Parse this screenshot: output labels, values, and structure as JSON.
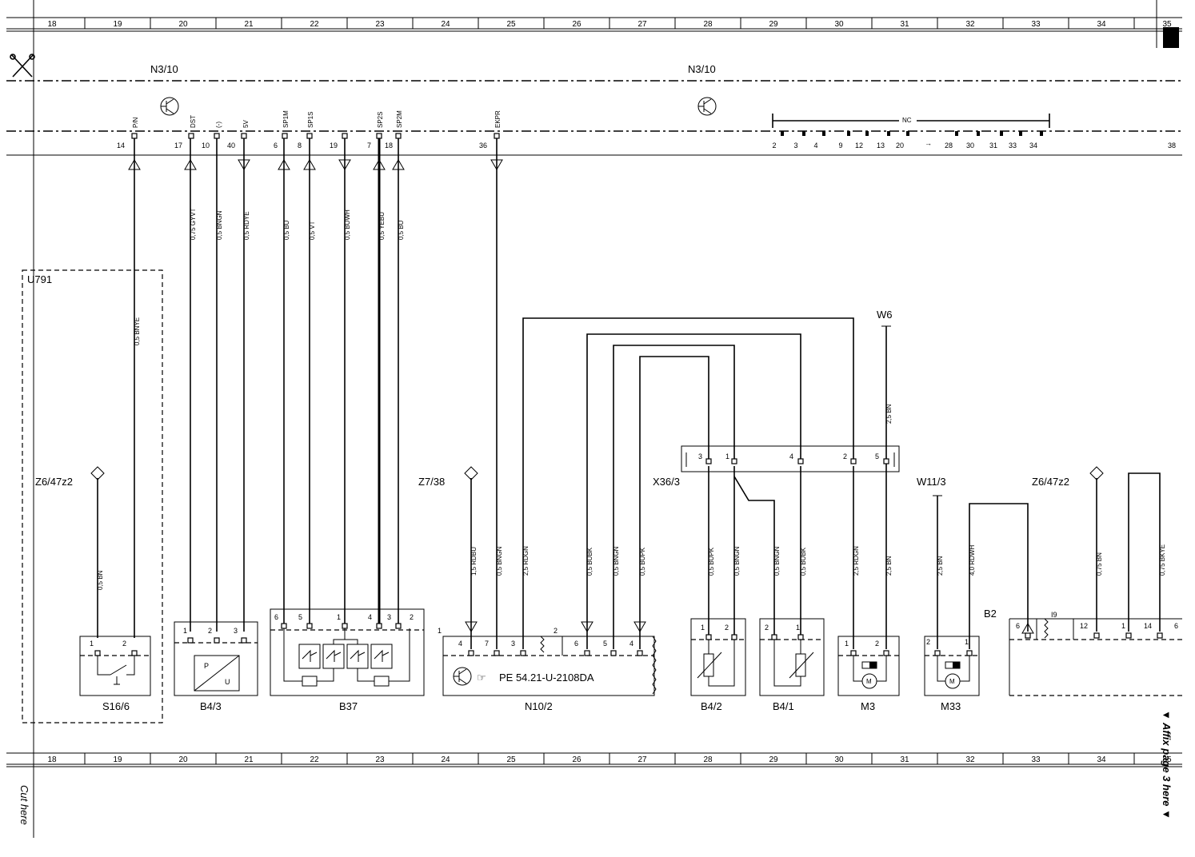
{
  "grid": {
    "columns": [
      "18",
      "19",
      "20",
      "21",
      "22",
      "23",
      "24",
      "25",
      "26",
      "27",
      "28",
      "29",
      "30",
      "31",
      "32",
      "33",
      "34",
      "35"
    ]
  },
  "control_unit": {
    "name": "N3/10",
    "pins": [
      {
        "label": "P/N",
        "num": "14"
      },
      {
        "label": "DST",
        "num": "17"
      },
      {
        "label": "(-)",
        "num": "10"
      },
      {
        "label": "5V",
        "num": "40"
      },
      {
        "label": "SP1M",
        "num": "6"
      },
      {
        "label": "SP1S",
        "num": "8"
      },
      {
        "label": "",
        "num": "19"
      },
      {
        "label": "SP2S",
        "num": "7"
      },
      {
        "label": "SP2M",
        "num": "18"
      },
      {
        "label": "EKPR",
        "num": "36"
      }
    ],
    "nc_label": "NC",
    "nc_pins": [
      "2",
      "3",
      "4",
      "9",
      "12",
      "13",
      "20",
      "28",
      "30",
      "31",
      "33",
      "34"
    ],
    "far_pin": "38"
  },
  "wires_top": [
    "0,75 GYVT",
    "0,5 BNGN",
    "0,5 RDYE",
    "0,5 BU",
    "0,5 VT",
    "0,5 BUWH",
    "0,5 YEBU",
    "0,5 BU"
  ],
  "wire_bnye": "0,5 BNYE",
  "wire_bn_s16": "0,5 BN",
  "wire_bn_w6": "2,5 BN",
  "wires_bottom": [
    "1,5 RDBU",
    "0,5 BNGN",
    "2,5 RDGN",
    "0,5 BUBK",
    "0,5 BNGN",
    "0,5 BUPK",
    "0,5 BUPK",
    "0,5 BNGN",
    "0,5 BNGN",
    "0,5 BUBK",
    "2,5 RDGN",
    "2,5 BN",
    "2,5 BN",
    "4,0 RDWH",
    "0,75 BN",
    "0,75 BKYE"
  ],
  "labels": {
    "u791": "U791",
    "z6_left": "Z6/47z2",
    "z7": "Z7/38",
    "x36": "X36/3",
    "w6": "W6",
    "w11": "W11/3",
    "z6_right": "Z6/47z2",
    "b2": "B2",
    "i9": "I9"
  },
  "x36_pins": [
    "3",
    "1",
    "4",
    "2",
    "5"
  ],
  "components": {
    "s16": {
      "name": "S16/6",
      "pins": [
        "1",
        "2"
      ]
    },
    "b43": {
      "name": "B4/3",
      "pins": [
        "1",
        "2",
        "3"
      ],
      "p": "P",
      "u": "U"
    },
    "b37": {
      "name": "B37",
      "pins": [
        "6",
        "5",
        "1",
        "4",
        "3",
        "2"
      ]
    },
    "n102": {
      "name": "N10/2",
      "pins1": [
        "4",
        "7",
        "3"
      ],
      "pins2": [
        "6",
        "5",
        "4"
      ],
      "grp1": "1",
      "grp2": "2",
      "ref": "PE 54.21-U-2108DA"
    },
    "b42": {
      "name": "B4/2",
      "pins": [
        "1",
        "2"
      ]
    },
    "b41": {
      "name": "B4/1",
      "pins": [
        "2",
        "1"
      ]
    },
    "m3": {
      "name": "M3",
      "pins": [
        "1",
        "2"
      ]
    },
    "m33": {
      "name": "M33",
      "pins": [
        "2",
        "1"
      ]
    },
    "b2": {
      "pins": [
        "6",
        "12",
        "1",
        "14",
        "6"
      ]
    },
    "motor": "M"
  },
  "side_note": "▼ Affix page 3 here ▼",
  "cut_here": "Cut here"
}
